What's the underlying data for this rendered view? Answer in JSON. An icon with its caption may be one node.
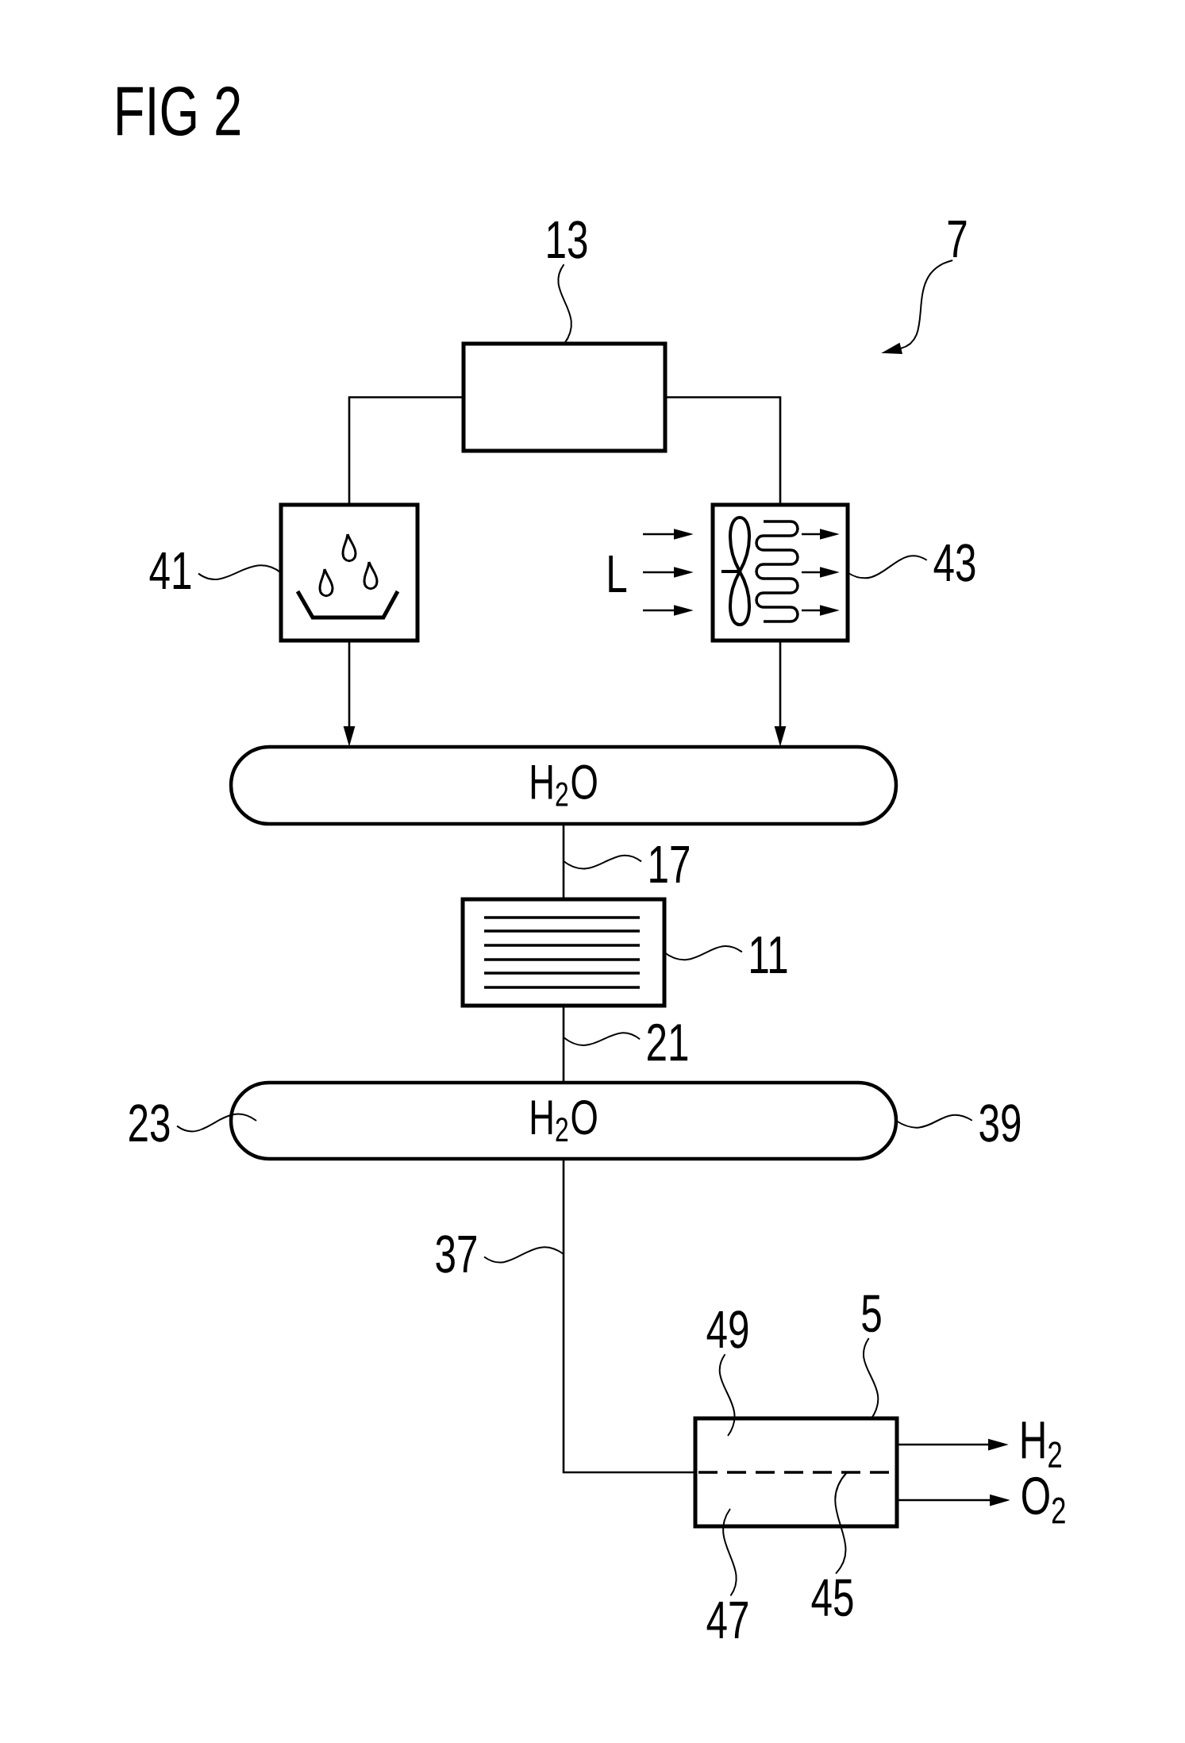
{
  "diagram": {
    "title": "FIG 2",
    "nodes": [
      {
        "text": [
          "13"
        ]
      },
      {
        "text": [
          "7"
        ]
      },
      {
        "text": [],
        "shape": "box"
      },
      {
        "text": [
          "41"
        ]
      },
      {
        "text": [],
        "shape": "box"
      },
      {
        "text": [],
        "shape": "box"
      },
      {
        "text": [
          "43"
        ]
      },
      {
        "text": [
          "H$_{2}$O"
        ]
      },
      {
        "text": [
          "17"
        ]
      },
      {
        "text": [],
        "shape": "box"
      },
      {
        "text": [
          "11"
        ]
      },
      {
        "text": [
          "21"
        ]
      },
      {
        "text": [
          "23"
        ]
      },
      {
        "text": [
          "H$_{2}$O"
        ]
      },
      {
        "text": [
          "39"
        ]
      },
      {
        "text": [
          "37"
        ]
      },
      {
        "text": [
          "49"
        ]
      },
      {
        "text": [
          "5"
        ]
      },
      {
        "text": [],
        "shape": "box"
      },
      {
        "text": [
          "H$_{2}$"
        ]
      },
      {
        "text": [
          "O$_{2}$"
        ]
      },
      {
        "text": [
          "47"
        ]
      },
      {
        "text": [
          "45"
        ]
      }
    ],
    "edges": [
      {
        "from": 0,
        "to": 2,
        "arrow": "none"
      },
      {
        "from": 1,
        "to": null,
        "arrow": "to"
      },
      {
        "from": 2,
        "to": 4,
        "arrow": "none"
      },
      {
        "from": 2,
        "to": 5,
        "arrow": "none"
      },
      {
        "from": 3,
        "to": 4,
        "arrow": "none"
      },
      {
        "from": 6,
        "to": 5,
        "arrow": "none"
      },
      {
        "from": 4,
        "to": 7,
        "arrow": "to"
      },
      {
        "from": 5,
        "to": 7,
        "arrow": "to"
      },
      {
        "from": 7,
        "to": 9,
        "arrow": "none"
      },
      {
        "from": 8,
        "to": null,
        "arrow": "none"
      },
      {
        "from": 10,
        "to": 9,
        "arrow": "none"
      },
      {
        "from": 9,
        "to": 13,
        "arrow": "none"
      },
      {
        "from": 11,
        "to": null,
        "arrow": "none"
      },
      {
        "from": 12,
        "to": 13,
        "arrow": "none"
      },
      {
        "from": 14,
        "to": 13,
        "arrow": "none"
      },
      {
        "from": 13,
        "to": 18,
        "arrow": "none"
      },
      {
        "from": 15,
        "to": null,
        "arrow": "none"
      },
      {
        "from": 16,
        "to": 18,
        "arrow": "none"
      },
      {
        "from": 17,
        "to": 18,
        "arrow": "none"
      },
      {
        "from": 18,
        "to": 19,
        "arrow": "to"
      },
      {
        "from": 18,
        "to": 20,
        "arrow": "to"
      },
      {
        "from": 21,
        "to": 18,
        "arrow": "none"
      },
      {
        "from": 22,
        "to": 18,
        "arrow": "none"
      }
    ],
    "labels": [
      "L"
    ]
  }
}
